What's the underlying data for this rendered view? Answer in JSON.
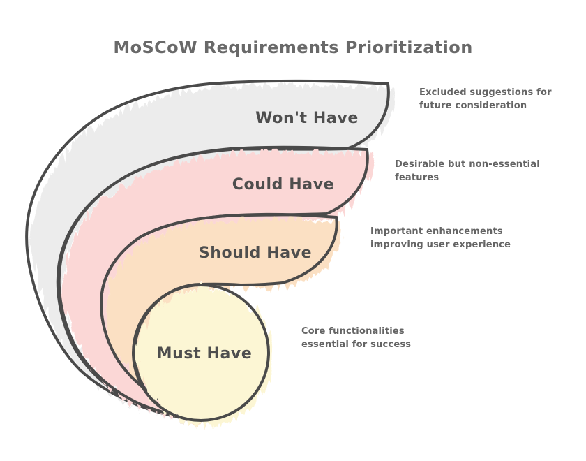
{
  "title": "MoSCoW Requirements Prioritization",
  "colors": {
    "stroke": "#4a4a4a",
    "title_text": "#696969",
    "label_text": "#4e4e4e",
    "description_text": "#646464",
    "background": "#ffffff"
  },
  "bands": [
    {
      "id": "wont-have",
      "label": "Won't Have",
      "description": "Excluded suggestions for\nfuture consideration",
      "fill": "#ececec"
    },
    {
      "id": "could-have",
      "label": "Could Have",
      "description": "Desirable but non-essential\nfeatures",
      "fill": "#fbd7d6"
    },
    {
      "id": "should-have",
      "label": "Should Have",
      "description": "Important enhancements\nimproving user experience",
      "fill": "#fbe0c3"
    },
    {
      "id": "must-have",
      "label": "Must Have",
      "description": "Core functionalities\nessential for success",
      "fill": "#fcf6d4"
    }
  ]
}
